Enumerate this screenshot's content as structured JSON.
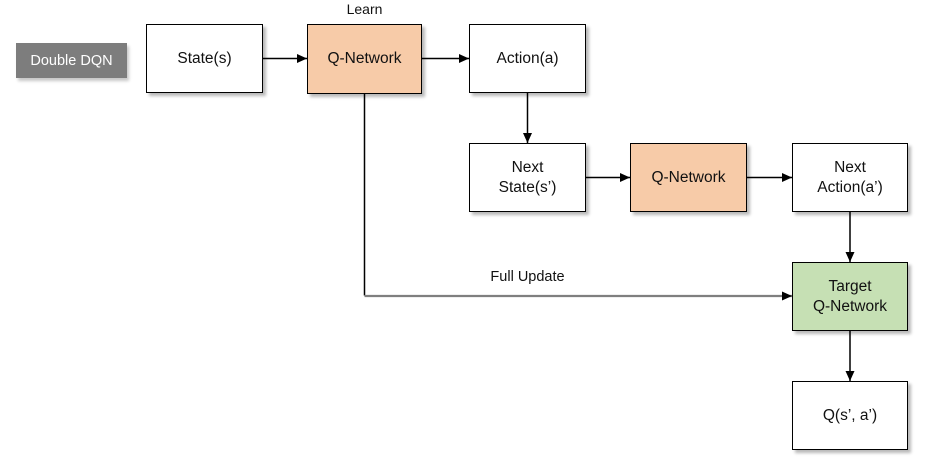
{
  "tag": {
    "label": "Double DQN"
  },
  "annotations": {
    "learn": "Learn",
    "full_update": "Full Update"
  },
  "nodes": {
    "state": {
      "label": "State(s)"
    },
    "q_network_1": {
      "label": "Q-Network"
    },
    "action": {
      "label": "Action(a)"
    },
    "next_state": {
      "line1": "Next",
      "line2": "State(s’)"
    },
    "q_network_2": {
      "label": "Q-Network"
    },
    "next_action": {
      "line1": "Next",
      "line2": "Action(a’)"
    },
    "target_q_network": {
      "line1": "Target",
      "line2": "Q-Network"
    },
    "q_value": {
      "label": "Q(s’, a’)"
    }
  },
  "colors": {
    "q_network_fill": "#F7CBA8",
    "target_q_network_fill": "#C6E0B4",
    "tag_fill": "#7D7D7D",
    "tag_text": "#FFFFFF",
    "box_fill": "#FFFFFF",
    "box_border": "#000000",
    "connector": "#000000",
    "full_update_line": "#7F7F7F"
  }
}
